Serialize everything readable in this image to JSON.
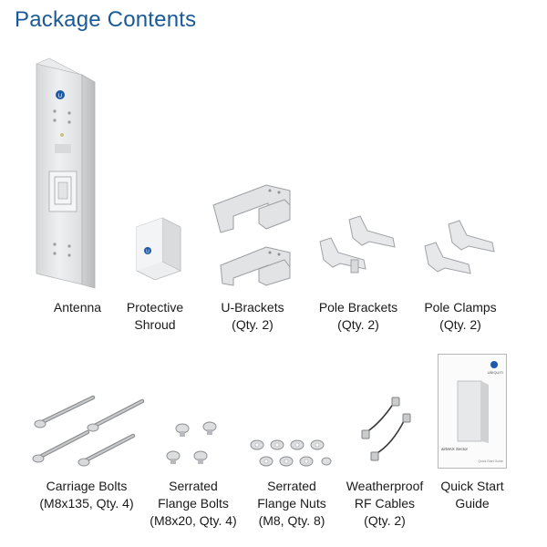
{
  "title": "Package Contents",
  "items": [
    {
      "name": "antenna",
      "lines": [
        "Antenna"
      ]
    },
    {
      "name": "protective-shroud",
      "lines": [
        "Protective",
        "Shroud"
      ]
    },
    {
      "name": "u-brackets",
      "lines": [
        "U-Brackets",
        "(Qty. 2)"
      ]
    },
    {
      "name": "pole-brackets",
      "lines": [
        "Pole Brackets",
        "(Qty. 2)"
      ]
    },
    {
      "name": "pole-clamps",
      "lines": [
        "Pole Clamps",
        "(Qty. 2)"
      ]
    },
    {
      "name": "carriage-bolts",
      "lines": [
        "Carriage Bolts",
        "(M8x135, Qty. 4)"
      ]
    },
    {
      "name": "serrated-flange-bolts",
      "lines": [
        "Serrated",
        "Flange Bolts",
        "(M8x20, Qty. 4)"
      ]
    },
    {
      "name": "serrated-flange-nuts",
      "lines": [
        "Serrated",
        "Flange Nuts",
        "(M8, Qty. 8)"
      ]
    },
    {
      "name": "weatherproof-rf-cables",
      "lines": [
        "Weatherproof",
        "RF Cables",
        "(Qty. 2)"
      ]
    },
    {
      "name": "quick-start-guide",
      "lines": [
        "Quick Start",
        "Guide"
      ]
    }
  ],
  "guide_cover": {
    "brand": "UBIQUITI",
    "product": "airMAX Sector",
    "subtitle": "Quick Start Guide"
  },
  "colors": {
    "title": "#1a5a96",
    "device": "#e4e6e8",
    "logo_blue": "#1e5aa8"
  }
}
